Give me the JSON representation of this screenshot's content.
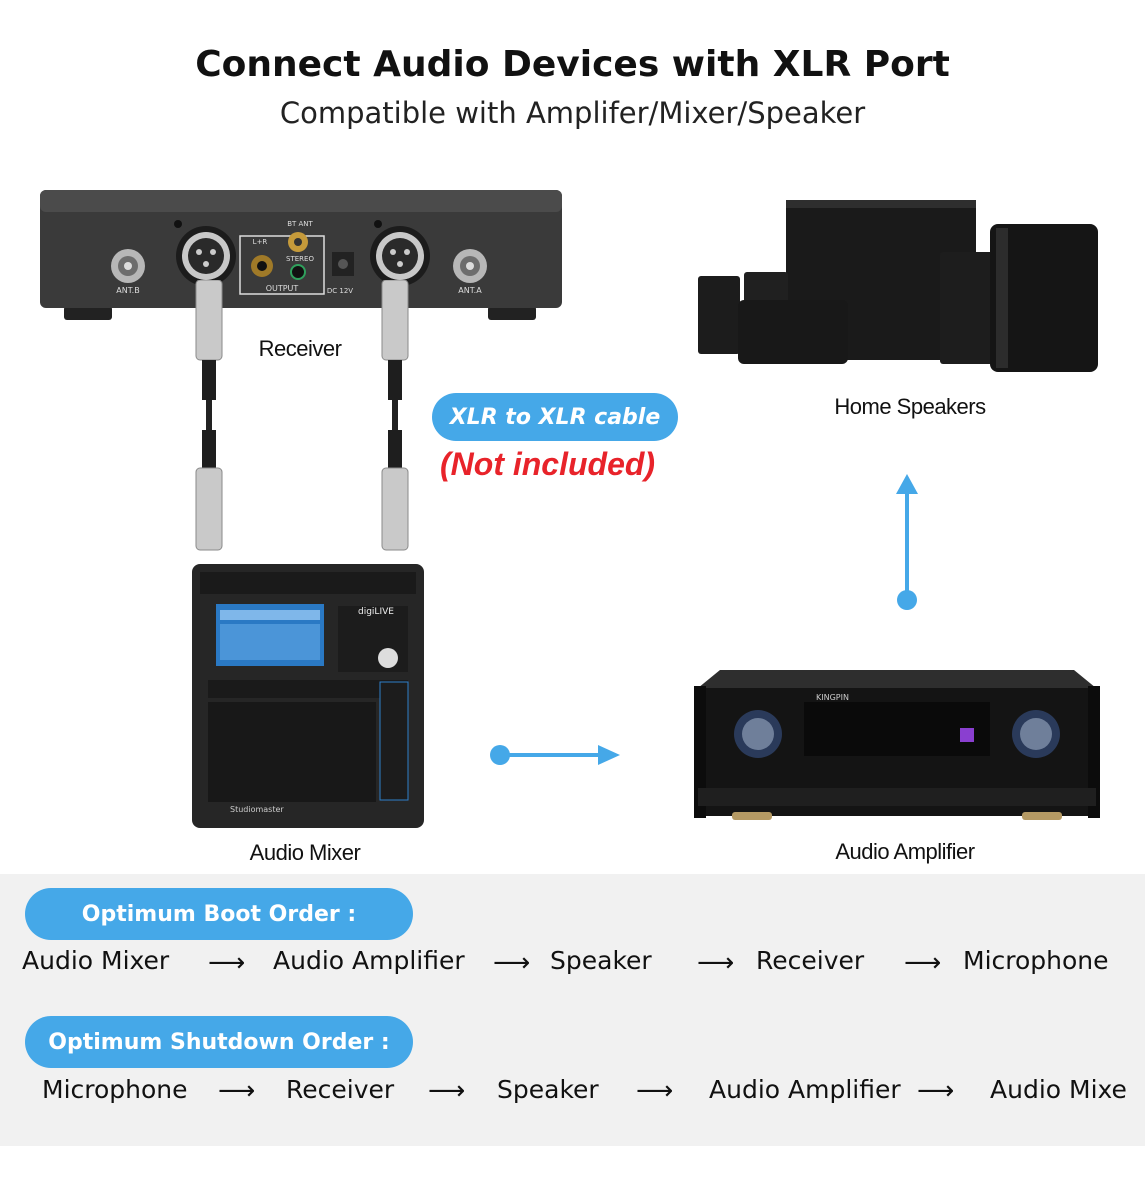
{
  "header": {
    "title": "Connect Audio Devices with XLR Port",
    "subtitle": "Compatible with Amplifer/Mixer/Speaker"
  },
  "devices": {
    "receiver": {
      "label": "Receiver",
      "panel_labels": [
        "ANT.B",
        "L+R",
        "BT ANT",
        "STEREO",
        "OUTPUT",
        "DC 12V",
        "ANT.A"
      ]
    },
    "home_speakers": {
      "label": "Home Speakers"
    },
    "audio_mixer": {
      "label": "Audio Mixer",
      "brand": "digiLIVE",
      "maker": "Studiomaster"
    },
    "audio_amplifier": {
      "label": "Audio Amplifier",
      "brand": "KINGPIN"
    }
  },
  "cable": {
    "label": "XLR to XLR cable",
    "note": "(Not included)"
  },
  "boot_order": {
    "heading": "Optimum Boot Order :",
    "steps": [
      "Audio Mixer",
      "Audio Amplifier",
      "Speaker",
      "Receiver",
      "Microphone"
    ]
  },
  "shutdown_order": {
    "heading": "Optimum Shutdown Order :",
    "steps": [
      "Microphone",
      "Receiver",
      "Speaker",
      "Audio Amplifier",
      "Audio Mixe"
    ]
  },
  "arrow_glyph": "⟶",
  "colors": {
    "accent": "#45a8e8",
    "warning": "#e8232a",
    "panel_bg": "#f1f1f1"
  }
}
